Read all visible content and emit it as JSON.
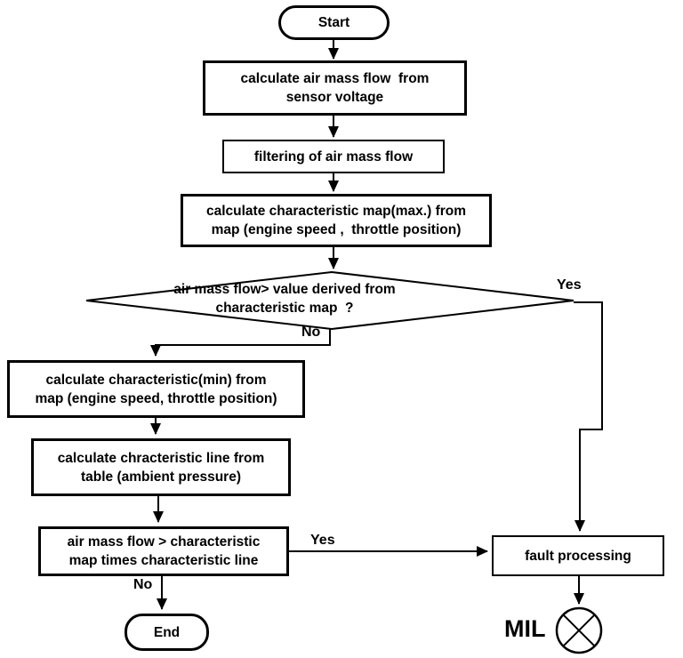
{
  "diagram": {
    "type": "flowchart",
    "colors": {
      "stroke": "#000000",
      "background": "#ffffff"
    },
    "nodes": {
      "start": "Start",
      "calc_air_mass_flow": "calculate air mass flow  from\nsensor voltage",
      "filtering": "filtering of air mass flow",
      "calc_char_map_max": "calculate characteristic map(max.) from\nmap (engine speed ,  throttle position)",
      "decision_char_map": "air mass flow> value derived from\ncharacteristic map  ?",
      "calc_char_min": "calculate characteristic(min) from\nmap (engine speed, throttle position)",
      "calc_char_line": "calculate chracteristic line from\ntable (ambient pressure)",
      "decision_compare": "air mass flow > characteristic\nmap times characteristic line",
      "fault_processing": "fault processing",
      "end": "End",
      "mil": "MIL"
    },
    "edge_labels": {
      "char_map_yes": "Yes",
      "char_map_no": "No",
      "compare_yes": "Yes",
      "compare_no": "No"
    }
  }
}
